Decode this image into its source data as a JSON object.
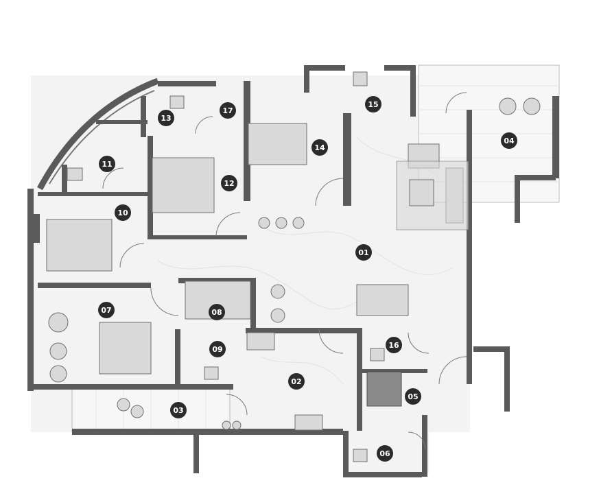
{
  "rooms": [
    {
      "id": "01"
    },
    {
      "id": "02"
    },
    {
      "id": "03"
    },
    {
      "id": "04"
    },
    {
      "id": "05"
    },
    {
      "id": "06"
    },
    {
      "id": "07"
    },
    {
      "id": "08"
    },
    {
      "id": "09"
    },
    {
      "id": "10"
    },
    {
      "id": "11"
    },
    {
      "id": "12"
    },
    {
      "id": "13"
    },
    {
      "id": "14"
    },
    {
      "id": "15"
    },
    {
      "id": "16"
    },
    {
      "id": "17"
    }
  ],
  "colors": {
    "wall": "#5a5a5a",
    "floor": "#f3f3f3",
    "label_badge": "#2b2b2b",
    "label_text": "#ffffff"
  }
}
